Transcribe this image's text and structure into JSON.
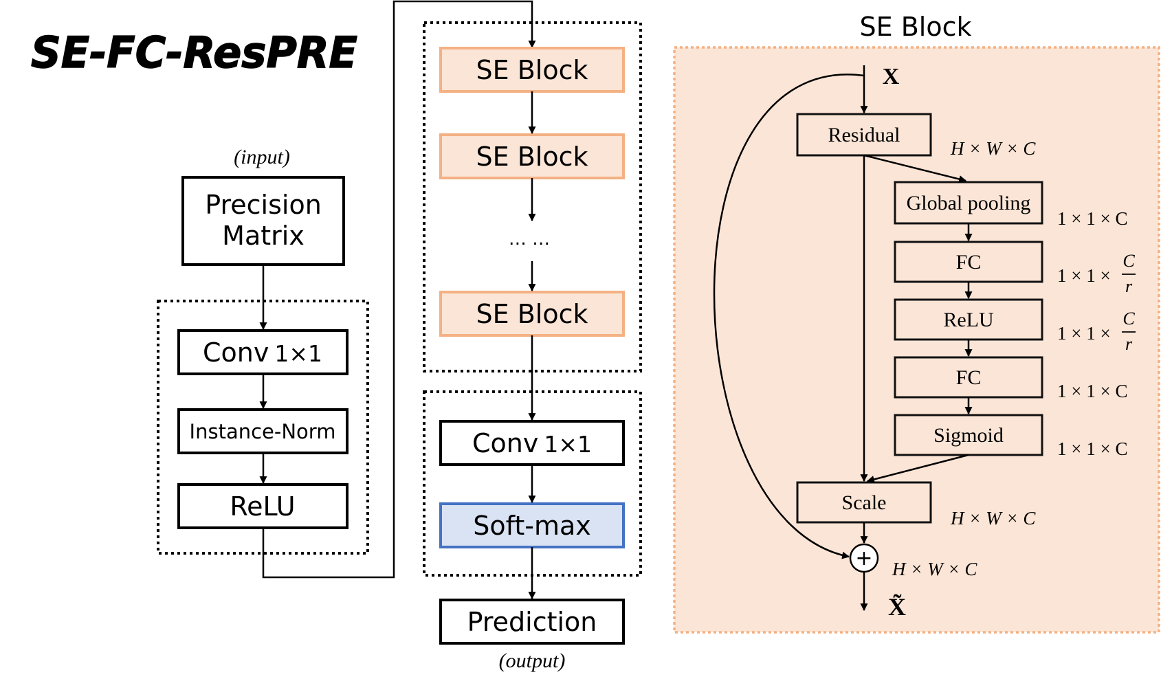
{
  "title": "SE-FC-ResPRE",
  "left_column": {
    "input_caption": "(input)",
    "precision_line1": "Precision",
    "precision_line2": "Matrix",
    "conv_text": "Conv",
    "conv_kernel": "1×1",
    "instance_norm": "Instance-Norm",
    "relu": "ReLU"
  },
  "middle_column": {
    "se_block_1": "SE Block",
    "se_block_2": "SE Block",
    "ellipsis": "… …",
    "se_block_3": "SE Block",
    "conv_text": "Conv",
    "conv_kernel": "1×1",
    "softmax": "Soft-max",
    "prediction": "Prediction",
    "output_caption": "(output)"
  },
  "se_block_detail": {
    "title": "SE Block",
    "input_label": "X",
    "output_label": "X̃",
    "residual": "Residual",
    "global_pooling": "Global pooling",
    "fc_1": "FC",
    "relu": "ReLU",
    "fc_2": "FC",
    "sigmoid": "Sigmoid",
    "scale": "Scale",
    "plus": "+",
    "dims": {
      "residual": "H × W × C",
      "global_pooling": "1 × 1 × C",
      "fc_1_prefix": "1 × 1 ×",
      "fc_1_num": "C",
      "fc_1_den": "r",
      "relu_prefix": "1 × 1 ×",
      "relu_num": "C",
      "relu_den": "r",
      "fc_2": "1 × 1 × C",
      "sigmoid": "1 × 1 × C",
      "scale": "H × W × C",
      "sum": "H × W × C"
    }
  },
  "colors": {
    "se_fill": "#fbe5d6",
    "se_border": "#f4b183",
    "softmax_fill": "#dae3f3",
    "softmax_border": "#4472c4"
  }
}
